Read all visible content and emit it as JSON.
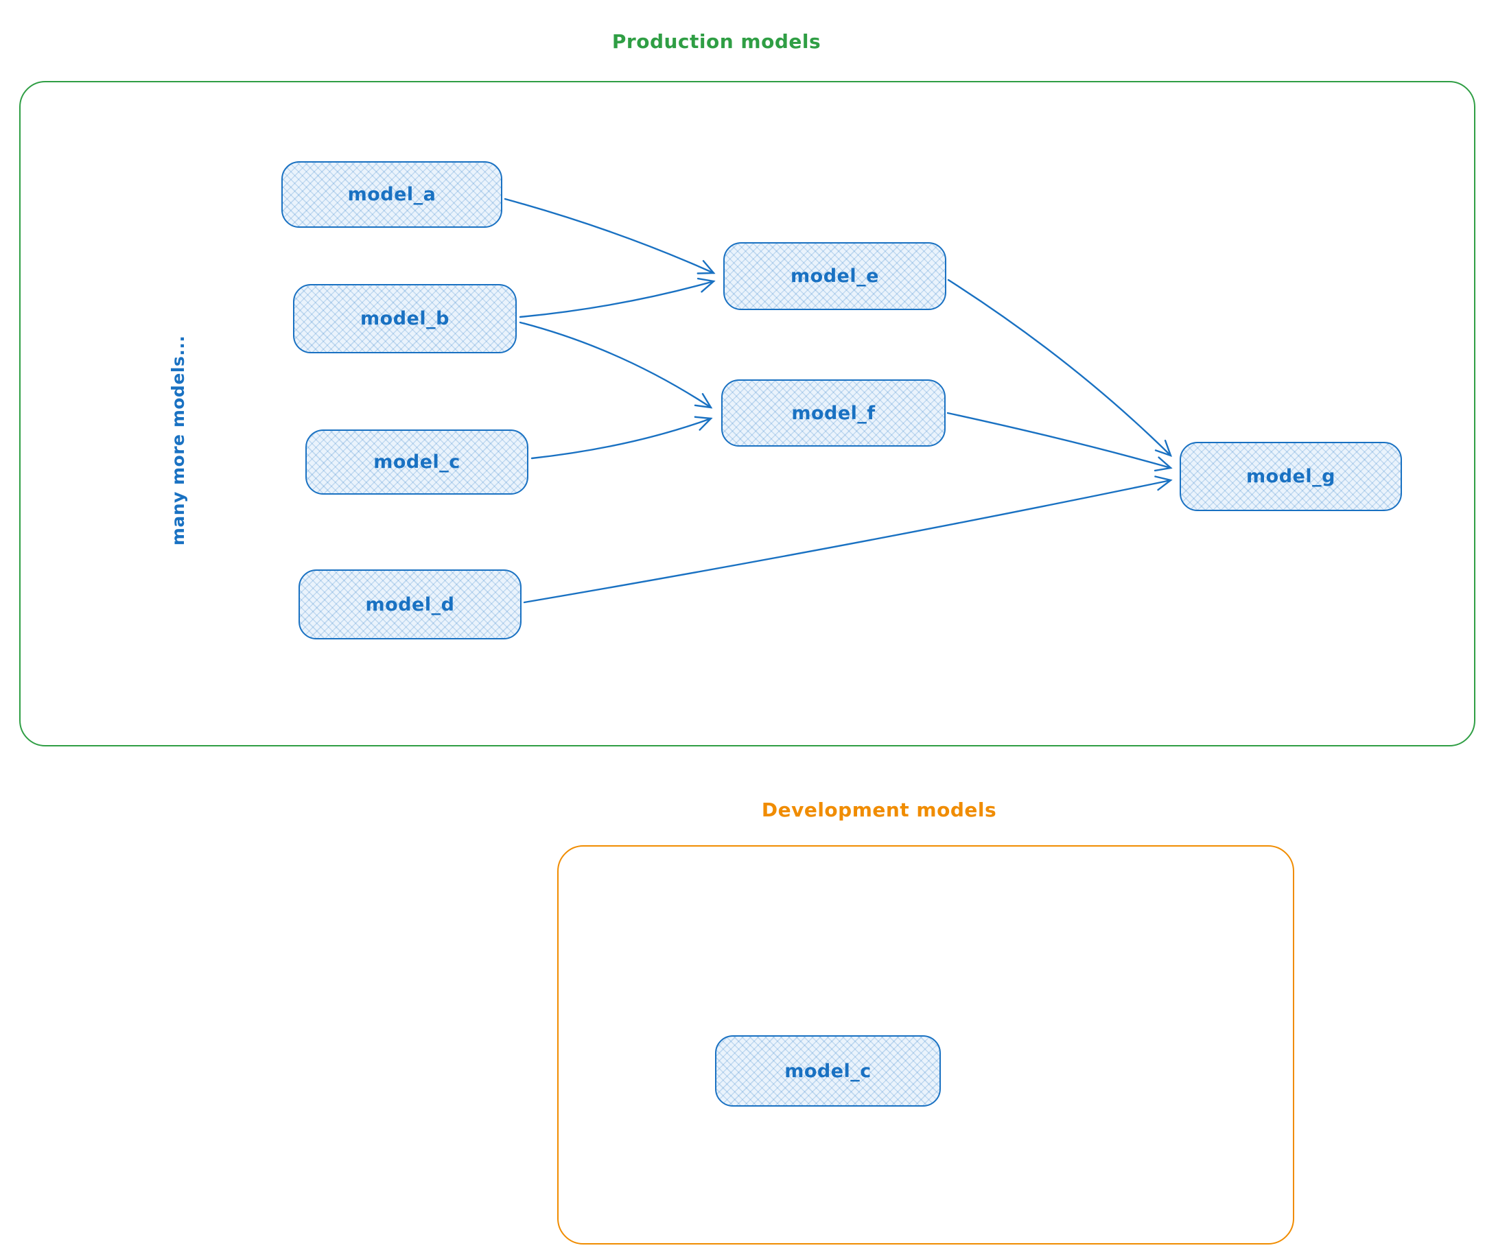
{
  "production": {
    "title": "Production models",
    "side_note": "many more models...",
    "nodes": {
      "model_a": {
        "label": "model_a"
      },
      "model_b": {
        "label": "model_b"
      },
      "model_c": {
        "label": "model_c"
      },
      "model_d": {
        "label": "model_d"
      },
      "model_e": {
        "label": "model_e"
      },
      "model_f": {
        "label": "model_f"
      },
      "model_g": {
        "label": "model_g"
      }
    },
    "edges": [
      {
        "from": "model_a",
        "to": "model_e"
      },
      {
        "from": "model_b",
        "to": "model_e"
      },
      {
        "from": "model_b",
        "to": "model_f"
      },
      {
        "from": "model_c",
        "to": "model_f"
      },
      {
        "from": "model_e",
        "to": "model_g"
      },
      {
        "from": "model_f",
        "to": "model_g"
      },
      {
        "from": "model_d",
        "to": "model_g"
      }
    ]
  },
  "development": {
    "title": "Development models",
    "nodes": {
      "model_c": {
        "label": "model_c"
      }
    }
  },
  "colors": {
    "production_border": "#2f9e44",
    "development_border": "#f08c00",
    "node_stroke": "#1971c2",
    "node_fill": "#eaf3fc"
  }
}
